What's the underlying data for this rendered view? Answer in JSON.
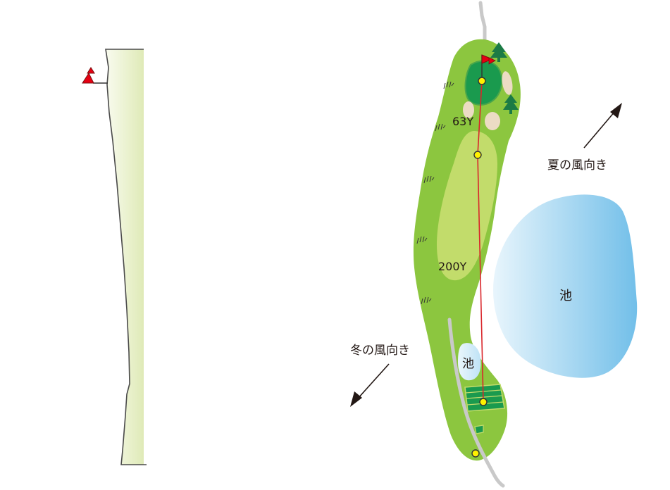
{
  "labels": {
    "dist_green": "63Y",
    "dist_fairway": "200Y",
    "pond_large": "池",
    "pond_small": "池",
    "wind_summer": "夏の風向き",
    "wind_winter": "冬の風向き"
  },
  "colors": {
    "rough": "#8cc63f",
    "fairway": "#c2dc6b",
    "green": "#1a9a4e",
    "water_light": "#e4f3fc",
    "water_dark": "#7cc4ea",
    "bunker": "#ecdcc4",
    "line": "#d9262b",
    "marker": "#fff100",
    "flag": "#e60012",
    "tree": "#1b7b45",
    "path": "#c9c9c9",
    "elev_fill": "#eef4d8"
  }
}
